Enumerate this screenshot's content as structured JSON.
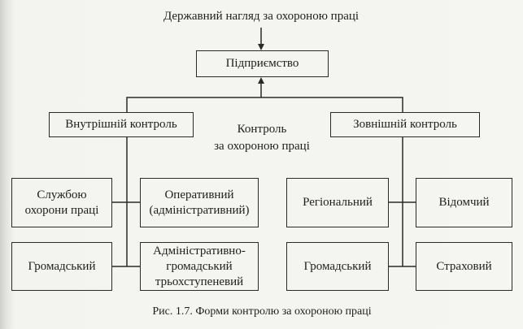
{
  "title": "Державний нагляд за охороною праці",
  "enterprise": "Підприємство",
  "center_label": [
    "Контроль",
    "за охороною праці"
  ],
  "internal": {
    "label": "Внутрішній контроль",
    "items": [
      "Службою охорони праці",
      "Оперативний (адміністративний)",
      "Громадський",
      "Адміністративно-громадський трьохступеневий"
    ],
    "items_lines": [
      [
        "Службою",
        "охорони праці"
      ],
      [
        "Оперативний",
        "(адміністративний)"
      ],
      [
        "Громадський"
      ],
      [
        "Адміністративно-",
        "громадський",
        "трьохступеневий"
      ]
    ]
  },
  "external": {
    "label": "Зовнішній контроль",
    "items": [
      "Регіональний",
      "Відомчий",
      "Громадський",
      "Страховий"
    ]
  },
  "caption": "Рис. 1.7. Форми контролю за охороною праці"
}
